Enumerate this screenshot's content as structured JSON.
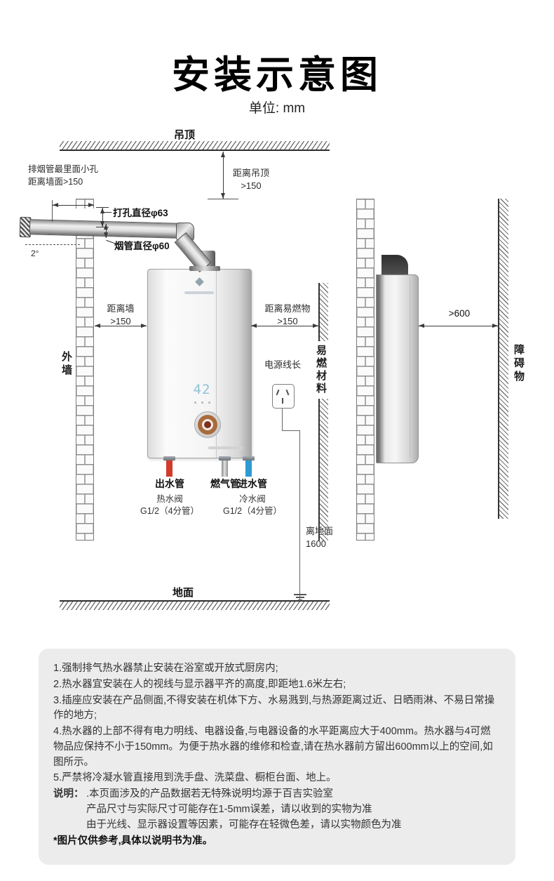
{
  "page": {
    "title": "安装示意图",
    "unit": "单位: mm"
  },
  "diagram": {
    "labels": {
      "ceiling": "吊顶",
      "floor": "地面",
      "exterior_wall": "外墙",
      "flammable": "易燃材料",
      "obstacle": "障碍物"
    },
    "dims": {
      "exhaust_note_line1": "排烟管最里面小孔",
      "exhaust_note_line2": "距离墙面>150",
      "ceiling_dist_line1": "距离吊顶",
      "ceiling_dist_line2": ">150",
      "hole_diameter": "打孔直径φ63",
      "flue_diameter": "烟管直径φ60",
      "flue_angle": "2°",
      "wall_dist_line1": "距离墙",
      "wall_dist_line2": ">150",
      "flammable_dist_line1": "距离易燃物",
      "flammable_dist_line2": ">150",
      "obstacle_dist": ">600",
      "power_cord": "电源线长",
      "floor_dist_line1": "离地面",
      "floor_dist_line2": "1600"
    },
    "heater": {
      "display_value": "42"
    },
    "pipes": {
      "outlet_label": "出水管",
      "gas_label": "燃气管",
      "inlet_label": "进水管",
      "hot_valve": "热水阀",
      "cold_valve": "冷水阀",
      "hot_spec": "G1/2（4分管）",
      "cold_spec": "G1/2（4分管）"
    },
    "colors": {
      "hot_pipe": "#d23b2c",
      "cold_pipe": "#2d9ad2"
    }
  },
  "notes": {
    "items": [
      "1.强制排气热水器禁止安装在浴室或开放式厨房内;",
      "2.热水器宜安装在人的视线与显示器平齐的高度,即距地1.6米左右;",
      "3.插座应安装在产品侧面,不得安装在机体下方、水易溅到,与热源距离过近、日晒雨淋、不易日常操作的地方;",
      "4.热水器的上部不得有电力明线、电器设备,与电器设备的水平距离应大于400mm。热水器与4可燃物品应保持不小于150mm。为便于热水器的维修和检查,请在热水器前方留出600mm以上的空间,如图所示。",
      "5.严禁将冷凝水管直接甩到洗手盘、洗菜盘、橱柜台面、地上。"
    ],
    "explain_label": "说明：",
    "explain_lines": [
      ".本页面涉及的产品数据若无特殊说明均源于百吉实验室",
      "产品尺寸与实际尺寸可能存在1-5mm误差，请以收到的实物为准",
      "由于光线、显示器设置等因素，可能存在轻微色差，请以实物颜色为准"
    ],
    "footnote": "*图片仅供参考,具体以说明书为准。"
  }
}
